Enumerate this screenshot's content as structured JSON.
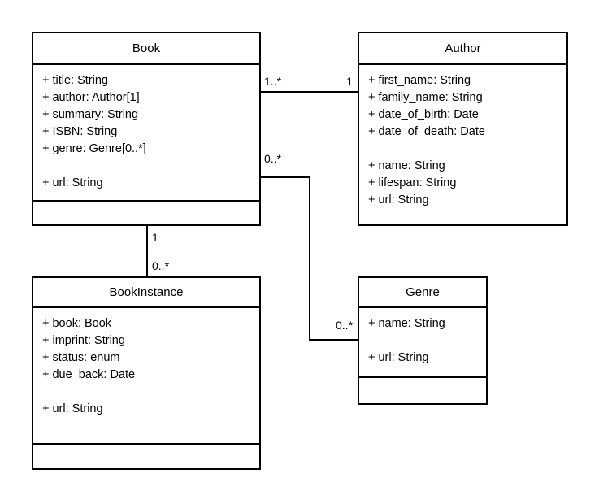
{
  "diagram": {
    "kind": "uml-class-diagram",
    "background_color": "#ffffff",
    "line_color": "#000000",
    "classes": [
      {
        "id": "book",
        "name": "Book",
        "attributes": [
          "+ title: String",
          "+ author: Author[1]",
          "+ summary: String",
          "+ ISBN: String",
          "+ genre: Genre[0..*]",
          "",
          "+ url: String"
        ],
        "operations": [],
        "has_operations_compartment": true
      },
      {
        "id": "author",
        "name": "Author",
        "attributes": [
          "+ first_name: String",
          "+ family_name: String",
          "+ date_of_birth: Date",
          "+ date_of_death: Date",
          "",
          "+ name: String",
          "+ lifespan: String",
          "+ url: String"
        ],
        "operations": [],
        "has_operations_compartment": false
      },
      {
        "id": "bookinstance",
        "name": "BookInstance",
        "attributes": [
          "+ book: Book",
          "+ imprint: String",
          "+ status: enum",
          "+ due_back: Date",
          "",
          "+ url: String"
        ],
        "operations": [],
        "has_operations_compartment": true
      },
      {
        "id": "genre",
        "name": "Genre",
        "attributes": [
          "+ name: String",
          "",
          "+ url: String"
        ],
        "operations": [],
        "has_operations_compartment": true
      }
    ],
    "associations": [
      {
        "id": "book-author",
        "from": "Book",
        "to": "Author",
        "source_multiplicity": "1..*",
        "target_multiplicity": "1"
      },
      {
        "id": "book-genre",
        "from": "Book",
        "to": "Genre",
        "source_multiplicity": "0..*",
        "target_multiplicity": "0..*"
      },
      {
        "id": "book-bookinstance",
        "from": "Book",
        "to": "BookInstance",
        "source_multiplicity": "1",
        "target_multiplicity": "0..*"
      }
    ]
  }
}
